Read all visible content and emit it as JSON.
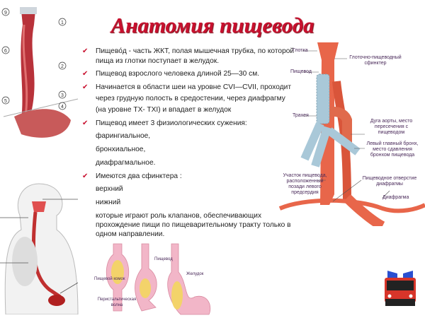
{
  "title": "Анатомия пищевода",
  "bullets": [
    "Пищево́д -  часть ЖКТ, полая мышечная трубка, по которой пища из глотки поступает в желудок.",
    "Пищевод взрослого человека длиной 25—30 см.",
    "Начинается в области шеи на уровне CVI—CVII, проходит через грудную полость в средостении, через диафрагму (на уровне TX- TXI)  и впадает в  желудок",
    "Пищевод имеет 3 физиологических сужения:"
  ],
  "narrowings": [
    "фарингиальное,",
    "бронхиальное,",
    "диафрагмальное."
  ],
  "sphincters_intro": "Имеются два сфинктера :",
  "sphincters": [
    "верхний",
    "нижний"
  ],
  "sphincters_note": "которые играют роль клапанов, обеспечивающих прохождение пищи по пищеварительному тракту только в одном направлении.",
  "diagram_labels": {
    "pharynx": "Глотка",
    "ues": "Глоточно-пищеводный сфинктер",
    "esophagus": "Пищевод",
    "trachea": "Трахея",
    "aorta": "Дуга аорты, место пересечения с пищеводом",
    "bronchus": "Левый главный бронх, место сдавления бронхом пищевода",
    "atrium": "Участок пищевода, расположенный позади левого предсердия",
    "hiatus": "Пищеводное отверстие диафрагмы",
    "diaphragm": "Диафрагма"
  },
  "peristalsis_labels": {
    "esophagus": "Пищевод",
    "bolus": "Пищевой комок",
    "wave": "Перистальтическая волна",
    "stomach": "Желудок"
  },
  "muscle_numbers": [
    "1",
    "2",
    "3",
    "4",
    "5",
    "6",
    "9"
  ],
  "colors": {
    "accent": "#c8102e",
    "tissue": "#e8664a",
    "trachea": "#a9c8d8"
  }
}
